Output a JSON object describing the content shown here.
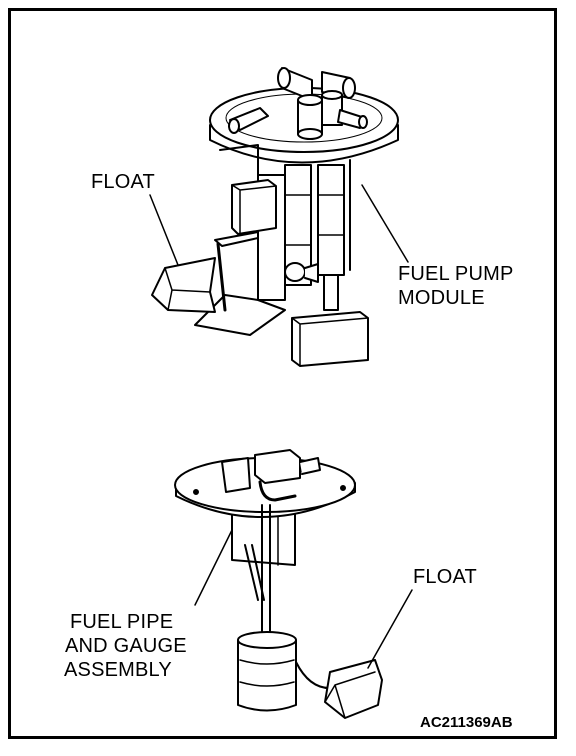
{
  "labels": {
    "float_top": "FLOAT",
    "fuel_pump_module_line1": "FUEL PUMP",
    "fuel_pump_module_line2": "MODULE",
    "float_bottom": "FLOAT",
    "fuel_pipe_line1": "FUEL PIPE",
    "fuel_pipe_line2": "AND GAUGE",
    "fuel_pipe_line3": "ASSEMBLY",
    "figure_code": "AC211369AB"
  }
}
